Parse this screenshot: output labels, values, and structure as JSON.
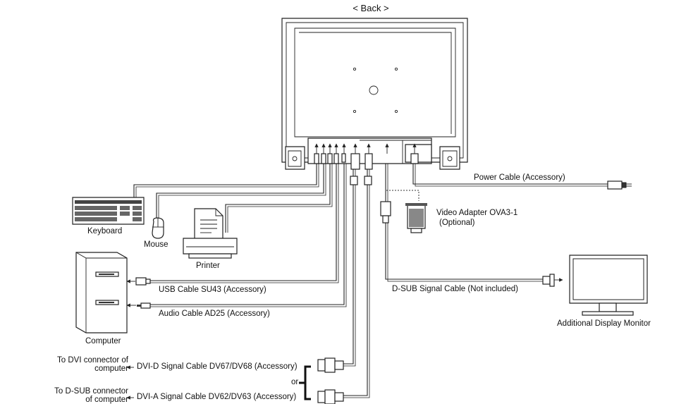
{
  "title": "< Back >",
  "labels": {
    "keyboard": "Keyboard",
    "mouse": "Mouse",
    "printer": "Printer",
    "computer": "Computer",
    "power_cable": "Power Cable (Accessory)",
    "video_adapter_line1": "Video Adapter OVA3-1",
    "video_adapter_line2": "(Optional)",
    "usb_cable": "USB Cable SU43 (Accessory)",
    "audio_cable": "Audio Cable AD25 (Accessory)",
    "dsub_cable": "D-SUB Signal Cable (Not included)",
    "additional_monitor": "Additional Display Monitor",
    "dvi_connector_line1": "To DVI connector of",
    "dvi_connector_line2": "computer",
    "dvi_d_cable": "DVI-D Signal Cable DV67/DV68 (Accessory)",
    "or": "or",
    "dsub_connector_line1": "To D-SUB connector",
    "dsub_connector_line2": "of computer",
    "dvi_a_cable": "DVI-A Signal Cable DV62/DV63 (Accessory)"
  }
}
